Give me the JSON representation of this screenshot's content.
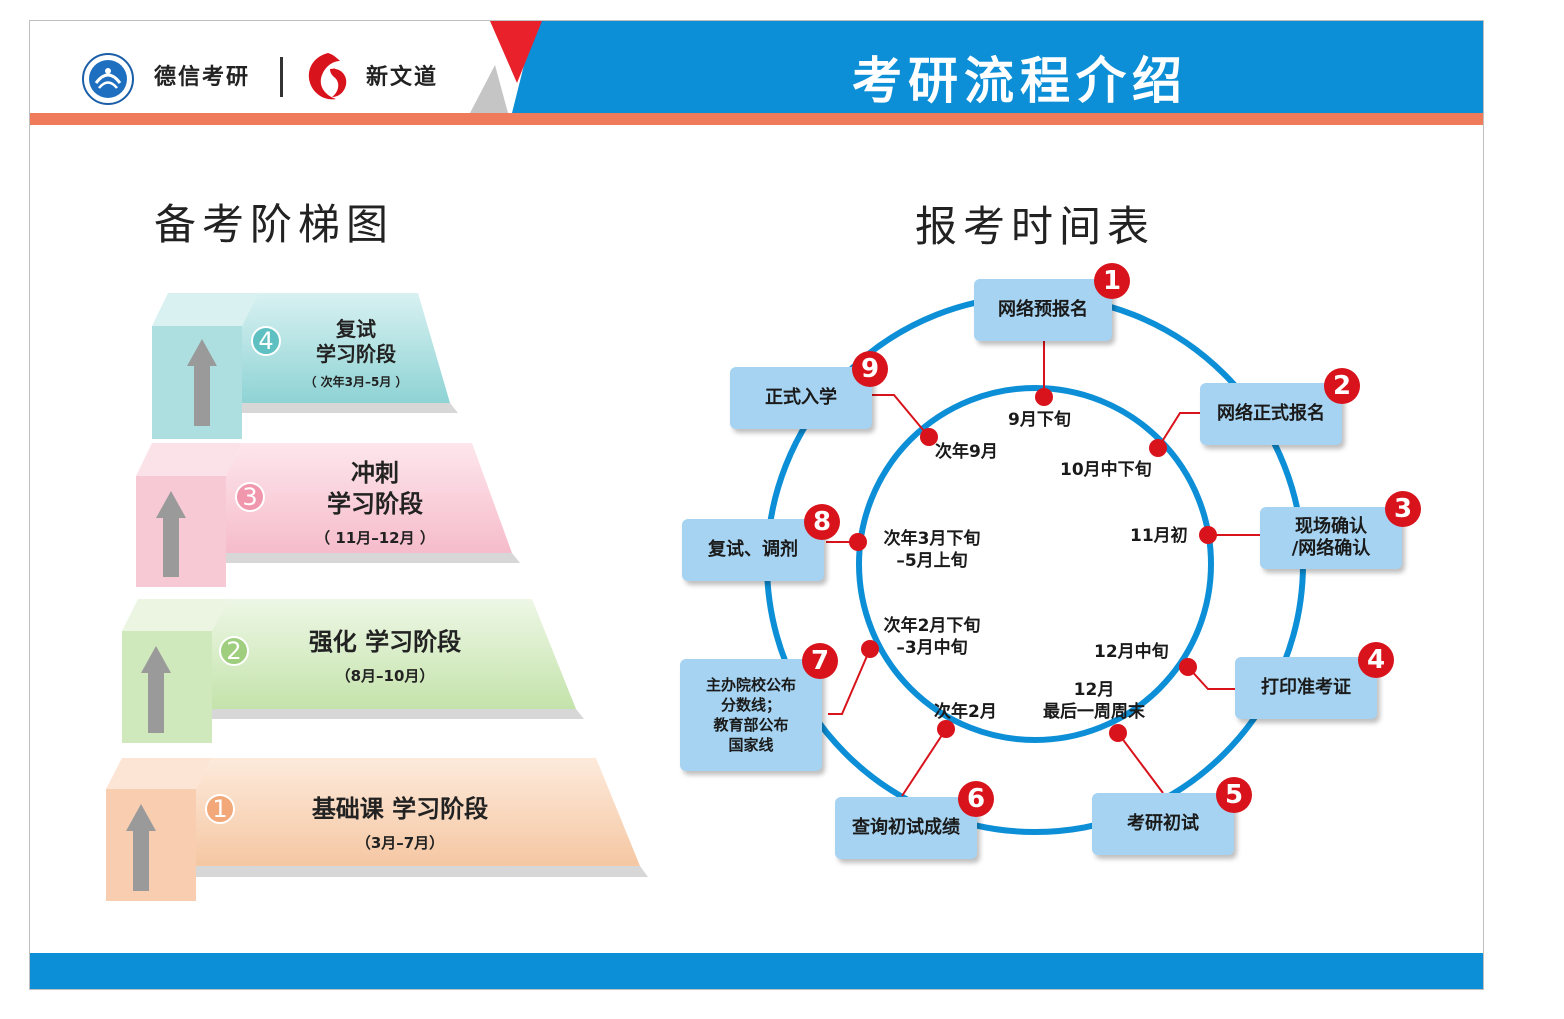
{
  "header": {
    "brand_left": "德信考研",
    "brand_right": "新文道",
    "title": "考研流程介绍",
    "colors": {
      "blue": "#0c8fd6",
      "red": "#e8212b",
      "stripe": "#ef7b5b"
    }
  },
  "left_section": {
    "title": "备考阶梯图",
    "steps": [
      {
        "num": "4",
        "line1": "复试",
        "line2": "学习阶段",
        "range": "（ 次年3月–5月 ）",
        "color": "#6fc6c8"
      },
      {
        "num": "3",
        "line1": "冲刺",
        "line2": "学习阶段",
        "range": "（ 11月–12月 ）",
        "color": "#f29bb0"
      },
      {
        "num": "2",
        "line1": "强化 学习阶段",
        "line2": "",
        "range": "（8月–10月）",
        "color": "#9fce7e"
      },
      {
        "num": "1",
        "line1": "基础课 学习阶段",
        "line2": "",
        "range": "（3月–7月）",
        "color": "#f2a878"
      }
    ]
  },
  "right_section": {
    "title": "报考时间表",
    "events": [
      {
        "num": "1",
        "label": "网络预报名",
        "time": "9月下旬"
      },
      {
        "num": "2",
        "label": "网络正式报名",
        "time": "10月中下旬"
      },
      {
        "num": "3",
        "label": "现场确认/网络确认",
        "label_lines": [
          "现场确认",
          "/网络确认"
        ],
        "time": "11月初"
      },
      {
        "num": "4",
        "label": "打印准考证",
        "time": "12月中旬"
      },
      {
        "num": "5",
        "label": "考研初试",
        "time_lines": [
          "12月",
          "最后一周周末"
        ]
      },
      {
        "num": "6",
        "label": "查询初试成绩",
        "time": "次年2月"
      },
      {
        "num": "7",
        "label_lines": [
          "主办院校公布",
          "分数线；",
          "教育部公布",
          "国家线"
        ],
        "time_lines": [
          "次年2月下旬",
          "–3月中旬"
        ]
      },
      {
        "num": "8",
        "label": "复试、调剂",
        "time_lines": [
          "次年3月下旬",
          "–5月上旬"
        ]
      },
      {
        "num": "9",
        "label": "正式入学",
        "time": "次年9月"
      }
    ],
    "colors": {
      "ring": "#0c8fd6",
      "dot": "#d8131b",
      "box": "#a5d3f1"
    }
  }
}
